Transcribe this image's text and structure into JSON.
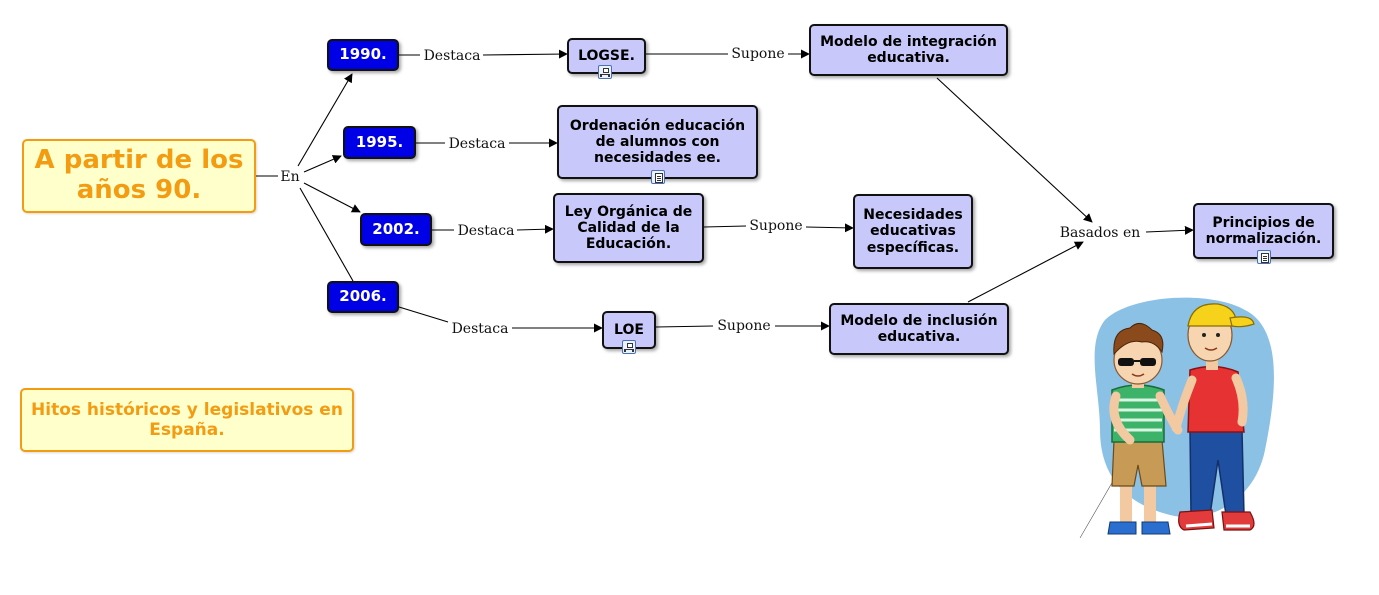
{
  "main_topic": "A partir de los años 90.",
  "subtitle_box": "Hitos históricos y legislativos en España.",
  "link_words": {
    "en": "En",
    "destaca": "Destaca",
    "supone": "Supone",
    "basados_en": "Basados en"
  },
  "years": {
    "y1990": "1990.",
    "y1995": "1995.",
    "y2002": "2002.",
    "y2006": "2006."
  },
  "concepts": {
    "logse": "LOGSE.",
    "ordenacion": "Ordenación educación de alumnos con necesidades ee.",
    "ley_organica": "Ley Orgánica de Calidad de la Educación.",
    "loe": "LOE",
    "modelo_integracion": "Modelo de integración educativa.",
    "necesidades": "Necesidades educativas específicas.",
    "modelo_inclusion": "Modelo de inclusión educativa.",
    "principios": "Principios de normalización."
  },
  "icons": {
    "logse_badge": "concept-map-link-icon",
    "ordenacion_badge": "document-link-icon",
    "loe_badge": "concept-map-link-icon",
    "principios_badge": "document-link-icon",
    "illustration": "two-boys-blind-child-with-cane-illustration"
  },
  "colors": {
    "concept_fill": "#c8c8fa",
    "year_fill": "#0000e6",
    "orange_border": "#f39c12",
    "orange_fill": "#ffffcc"
  }
}
